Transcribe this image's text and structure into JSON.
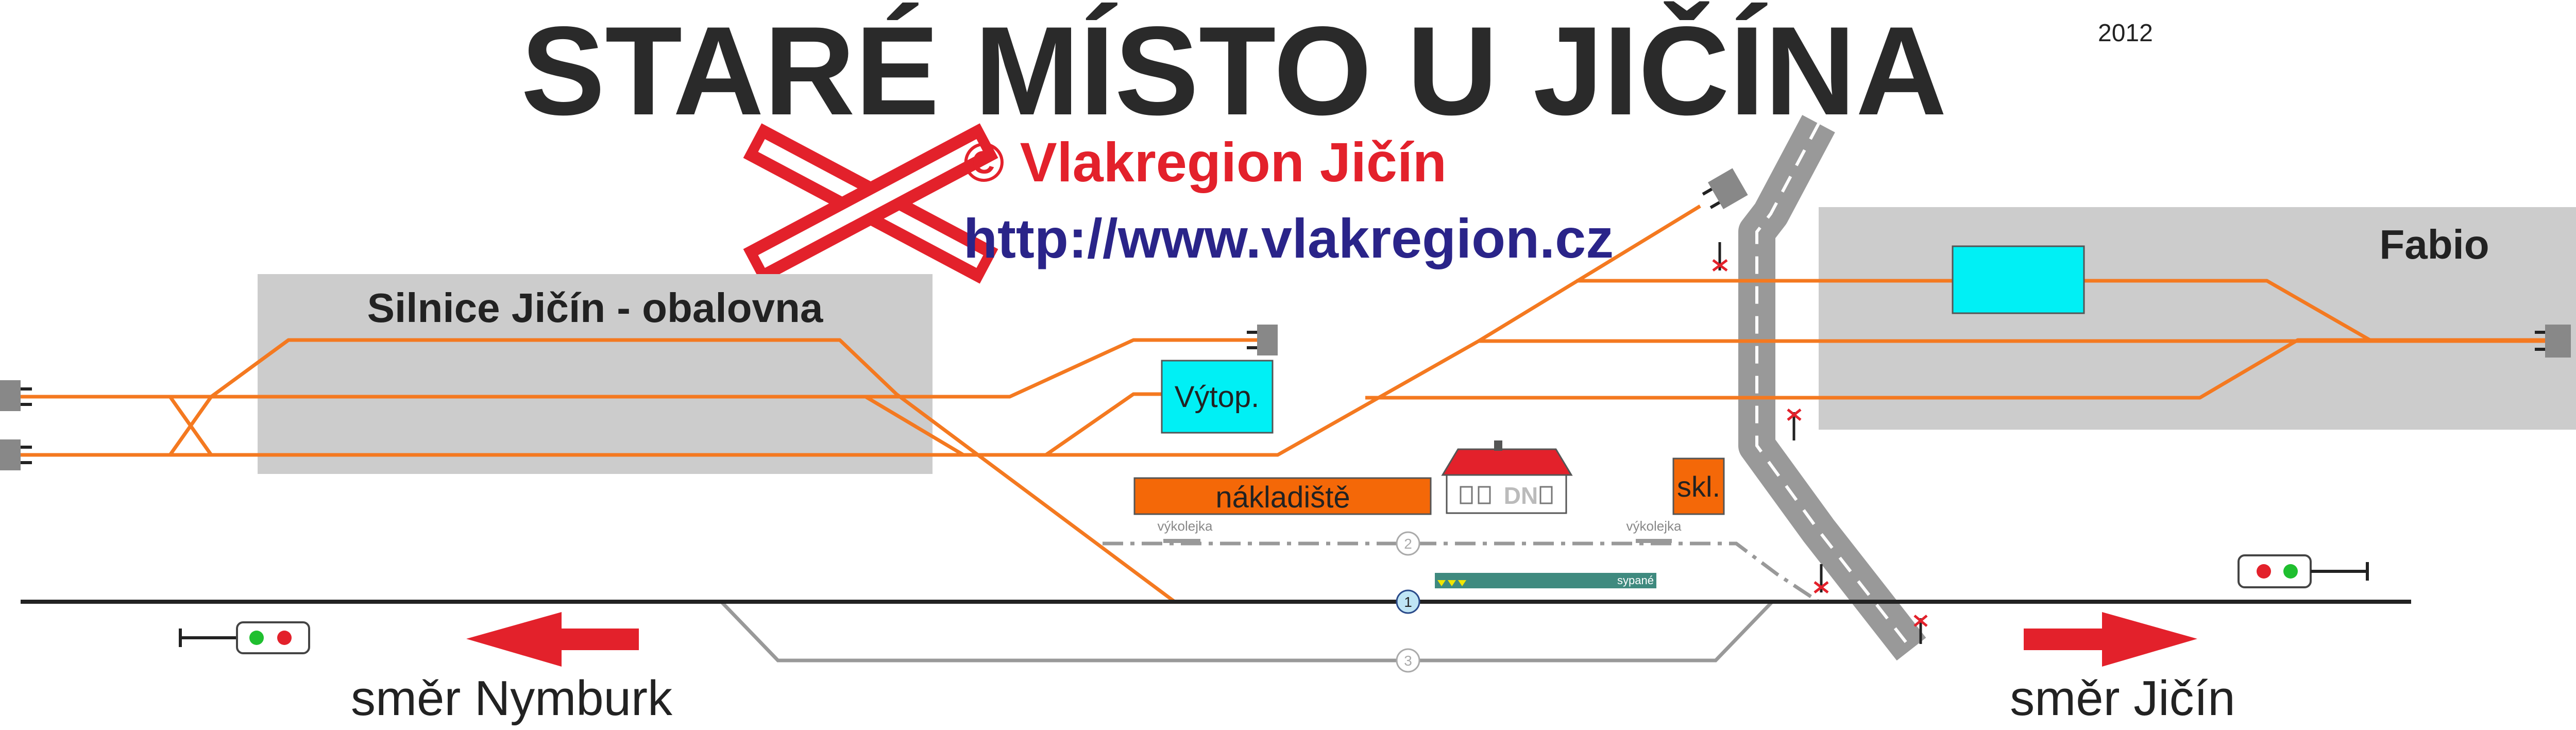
{
  "title": "STARÉ MÍSTO U JIČÍNA",
  "year": "2012",
  "copyright": "© Vlakregion Jičín",
  "url": "http://www.vlakregion.cz",
  "areas": {
    "silnice": "Silnice Jičín - obalovna",
    "fabio": "Fabio"
  },
  "buildings": {
    "vytop": "Výtop.",
    "nakladiste": "nákladiště",
    "station_mark": "DN",
    "skl": "skl."
  },
  "labels": {
    "vykolejka_left": "výkolejka",
    "vykolejka_right": "výkolejka",
    "sypane": "sypané"
  },
  "tracks": {
    "t1": "1",
    "t2": "2",
    "t3": "3"
  },
  "directions": {
    "left": "směr Nymburk",
    "right": "směr Jičín"
  },
  "colors": {
    "siding": "#f47920",
    "mainline": "#222222",
    "area": "#cccccc",
    "vytop": "#00f0f5",
    "nakladiste": "#f46808",
    "arrow": "#e3212b",
    "platform": "#3f8a7f"
  }
}
